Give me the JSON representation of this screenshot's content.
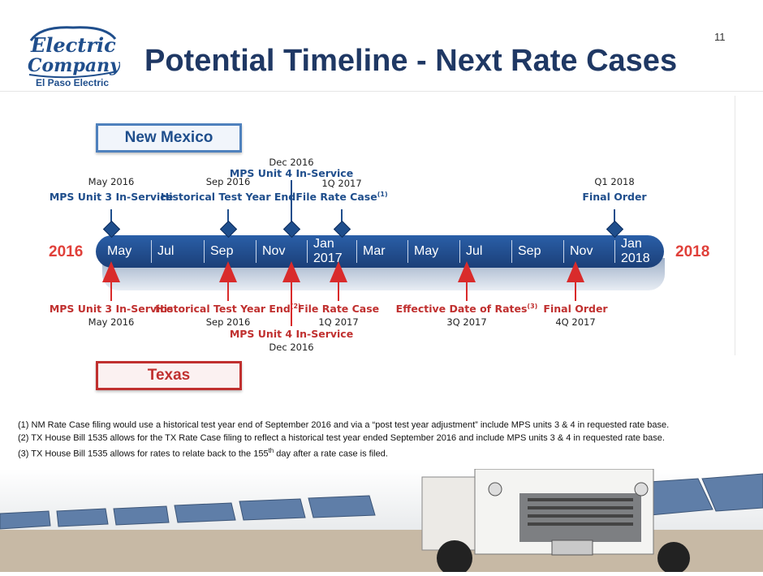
{
  "slide_number": "11",
  "logo": {
    "wordmark": "The Electric Company",
    "caption": "El Paso Electric"
  },
  "title": "Potential Timeline - Next Rate Cases",
  "regions": {
    "top": "New Mexico",
    "bottom": "Texas"
  },
  "years": {
    "start": "2016",
    "end": "2018"
  },
  "months": [
    "May",
    "Jul",
    "Sep",
    "Nov",
    "Jan 2017",
    "Mar",
    "May",
    "Jul",
    "Sep",
    "Nov",
    "Jan 2018"
  ],
  "new_mexico_events": [
    {
      "label": "MPS Unit 3 In-Service",
      "date": "May 2016"
    },
    {
      "label": "Historical Test Year End",
      "date": "Sep  2016"
    },
    {
      "label": "MPS Unit 4 In-Service",
      "date": "Dec 2016"
    },
    {
      "label": "File Rate Case",
      "sup": "(1)",
      "date": "1Q 2017"
    },
    {
      "label": "Final Order",
      "date": "Q1 2018"
    }
  ],
  "texas_events": [
    {
      "label": "MPS Unit 3 In-Service",
      "date": "May 2016"
    },
    {
      "label": "Historical Test Year End",
      "sup": "(2)",
      "date": "Sep 2016"
    },
    {
      "label": "MPS Unit 4 In-Service",
      "date": "Dec 2016"
    },
    {
      "label": "File Rate Case",
      "date": "1Q 2017"
    },
    {
      "label": "Effective Date of Rates",
      "sup": "(3)",
      "date": "3Q 2017"
    },
    {
      "label": "Final Order",
      "date": "4Q 2017"
    }
  ],
  "footnotes": [
    "(1)   NM Rate Case filing would use a historical test year end of September 2016 and via a “post test year adjustment” include MPS units 3 & 4 in requested rate base.",
    "(2)   TX House Bill 1535 allows for the TX Rate Case filing to reflect a historical test year ended September 2016 and include MPS units 3 & 4 in requested rate base.",
    {
      "pre": "(3)   TX House Bill 1535  allows for rates to relate back to the 155",
      "sup": "th",
      "post": " day after a rate case is filed."
    }
  ]
}
